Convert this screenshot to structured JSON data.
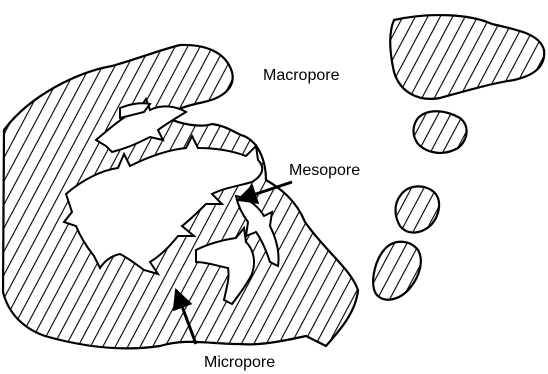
{
  "labels": {
    "macropore": "Macropore",
    "mesopore": "Mesopore",
    "micropore": "Micropore"
  },
  "colors": {
    "ink": "#000000",
    "background": "#ffffff"
  }
}
